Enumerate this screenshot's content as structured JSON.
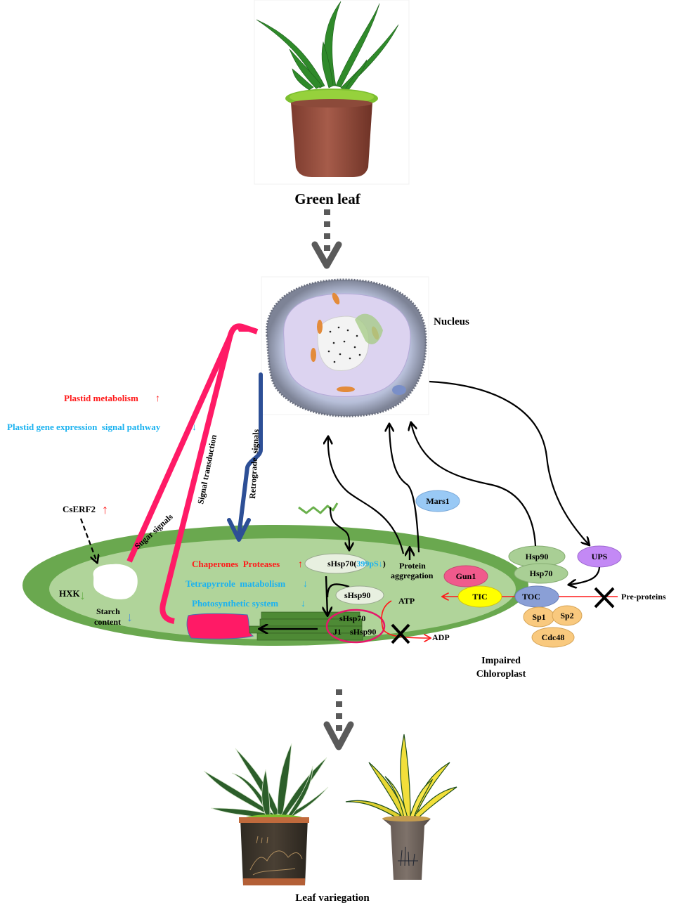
{
  "colors": {
    "red": "#ff1a1a",
    "cyan": "#1ab2f0",
    "magenta": "#ff1a66",
    "navy": "#2d4f96",
    "chloroplast_outer": "#6aa84f",
    "chloroplast_inner": "#b0d49a",
    "grana": "#4e8a35",
    "gray_arrow": "#5a5a5a",
    "mars1": "#99c9f5",
    "gun1": "#f05a8c",
    "tic": "#ffff00",
    "toc": "#8a9fd6",
    "hsp": "#a9cf95",
    "ups": "#c389f5",
    "sp": "#f9c97e",
    "shsp": "#e8f0e0",
    "hxk_arrow": "#6ab04c",
    "starch_arrow": "#4a90d9"
  },
  "top": {
    "image_label": "green-plant-photo",
    "caption": "Green leaf"
  },
  "nucleus": {
    "image_label": "cell-illustration",
    "label": "Nucleus"
  },
  "left_annotations": {
    "plastid_metabolism": "Plastid metabolism",
    "plastid_metabolism_arrow": "↑",
    "plastid_gene": "Plastid gene expression  signal pathway",
    "plastid_gene_arrow": "↓"
  },
  "signals": {
    "signal_transduction": "Signal transduction",
    "retrograde": "Retrograde  signals",
    "sugar": "Sugar signals"
  },
  "chloroplast": {
    "caption_line1": "Impaired",
    "caption_line2": "Chloroplast",
    "cserf2": "CsERF2",
    "cserf2_arrow": "↑",
    "hxk": "HXK",
    "hxk_arrow": "↓",
    "starch_line1": "Starch",
    "starch_line2": "content",
    "starch_arrow": "↓",
    "chaperones": "Chaperones  Proteases",
    "chaperones_arrow": "↑",
    "tetrapyrrole": "Tetrapyrrole  matabolism",
    "tetrapyrrole_arrow": "↓",
    "photosynthetic": "Photosynthetic system",
    "photosynthetic_arrow": "↓",
    "shsp70_399_prefix": "sHsp70(",
    "shsp70_399_mid": "399pS",
    "shsp70_399_arrow": "↓",
    "shsp70_399_suffix": ")",
    "shsp90": "sHsp90",
    "complex_shsp70": "sHsp70",
    "complex_j1": "J1",
    "complex_shsp90": "sHsp90",
    "protein_agg_line1": "Protein",
    "protein_agg_line2": "aggregation",
    "atp": "ATP",
    "adp": "ADP",
    "gun1": "Gun1",
    "tic": "TIC"
  },
  "outside": {
    "mars1": "Mars1",
    "hsp90": "Hsp90",
    "hsp70": "Hsp70",
    "ups": "UPS",
    "toc": "TOC",
    "sp1": "Sp1",
    "sp2": "Sp2",
    "cdc48": "Cdc48",
    "pre_proteins": "Pre-proteins"
  },
  "bottom": {
    "caption": "Leaf variegation",
    "left_image_label": "green-variegated-plant-photo",
    "right_image_label": "yellow-variegated-plant-photo"
  }
}
